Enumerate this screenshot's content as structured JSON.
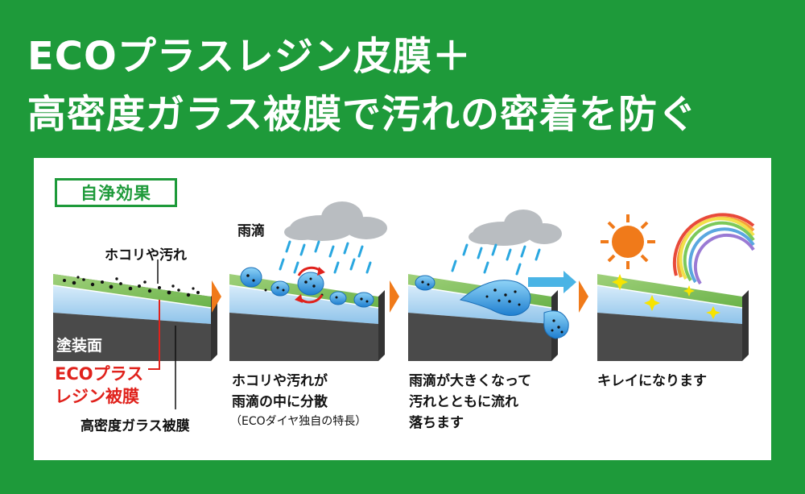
{
  "headline": {
    "line1": "ECOプラスレジン皮膜＋",
    "line2": "高密度ガラス被膜で汚れの密着を防ぐ"
  },
  "badge": "自浄効果",
  "labels": {
    "dust": "ホコリや汚れ",
    "paint": "塗装面",
    "eco_resin_1": "ECOプラス",
    "eco_resin_2": "レジン被膜",
    "glass": "高密度ガラス被膜",
    "raindrop": "雨滴"
  },
  "steps": [
    {
      "line1": "ホコリや汚れが",
      "line2": "雨滴の中に分散",
      "note": "（ECOダイヤ独自の特長）"
    },
    {
      "line1": "雨滴が大きくなって",
      "line2": "汚れとともに流れ",
      "line3": "落ちます"
    },
    {
      "line1": "キレイになります"
    }
  ],
  "colors": {
    "brand_green": "#1e9a3a",
    "arrow_orange": "#f07a1a",
    "resin_red": "#e0221c"
  }
}
